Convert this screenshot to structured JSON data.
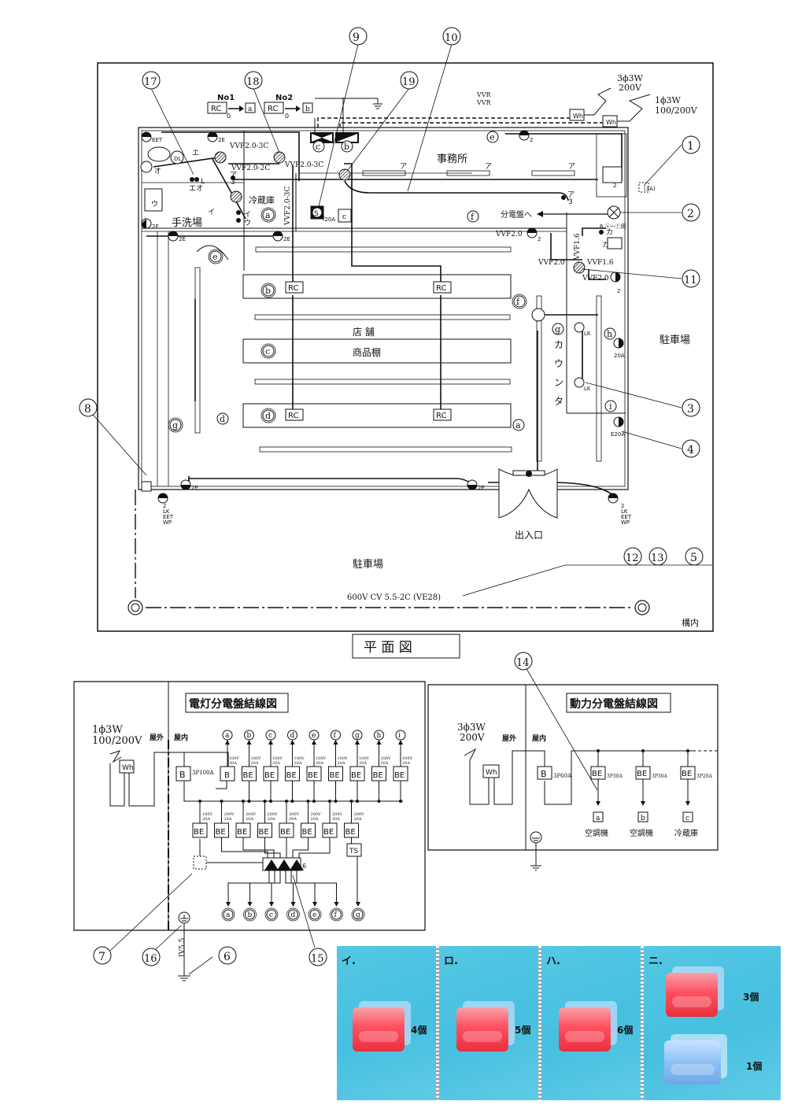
{
  "plan": {
    "title": "平 面 図",
    "area_labels": {
      "office": "事務所",
      "store": "店 舗",
      "shelf": "商品棚",
      "counter": "カウンタ",
      "washroom": "手洗場",
      "cold_storage": "冷蔵庫",
      "parking_right": "駐車場",
      "parking_bottom": "駐車場",
      "entrance": "出入口",
      "premises": "構内",
      "to_panel": "分電盤へ"
    },
    "supply": {
      "three_phase": [
        "3ϕ3W",
        "200V"
      ],
      "single_phase": [
        "1ϕ3W",
        "100/200V"
      ],
      "meter": "Wh",
      "cable_vvr": "VVR",
      "underground_cable": "600V CV 5.5-2C (VE28)"
    },
    "remote_controls": [
      {
        "label": "RC",
        "no": "No1",
        "target": "a",
        "index": "0"
      },
      {
        "label": "RC",
        "no": "No2",
        "target": "b",
        "index": "0"
      }
    ],
    "wiring_labels": [
      "VVF2.0-3C",
      "VVF2.0-2C",
      "VVF2.0-3C",
      "VVF2.0-3C",
      "VVF2.0",
      "VVF2.0",
      "VVF1.6",
      "VVF1.6",
      "VVF2.0"
    ],
    "fixture_labels": {
      "DL": "DL",
      "e": "エ",
      "o": "オ",
      "L": "L",
      "eo": "エオ",
      "i": "イ",
      "u": "ウ",
      "iu": "イ ウ",
      "a": "ア",
      "a3": "3",
      "ka": "カ",
      "S": "S",
      "f20a": "f20A",
      "c_box": "c",
      "outlets": [
        "EET",
        "2E",
        "2E",
        "2E",
        "2E",
        "2E",
        "2",
        "2",
        "2",
        "20A",
        "E20A",
        "LK",
        "LK"
      ],
      "wp_outlet": [
        "2",
        "LK",
        "EET",
        "WP"
      ],
      "rc": "RC",
      "range": "6 ⓐ~ⓕ用",
      "breaker_3a": "(3A)"
    },
    "circuit_marks": [
      "a",
      "b",
      "c",
      "d",
      "e",
      "f",
      "g",
      "h",
      "i"
    ],
    "callouts": [
      "①",
      "②",
      "③",
      "④",
      "⑤",
      "⑧",
      "⑨",
      "⑩",
      "⑪",
      "⑫",
      "⑬",
      "⑰",
      "⑱",
      "⑲"
    ]
  },
  "lighting_panel": {
    "title": "電灯分電盤結線図",
    "supply": [
      "1ϕ3W",
      "100/200V"
    ],
    "outdoor": "屋外",
    "indoor": "屋内",
    "meter": "Wh",
    "main_breaker": {
      "label": "B",
      "rating": "3P100A"
    },
    "branch_100v": [
      {
        "breaker": "B",
        "rating": [
          "100V",
          "20A"
        ],
        "circuit": "a"
      },
      {
        "breaker": "BE",
        "rating": [
          "100V",
          "20A"
        ],
        "circuit": "b"
      },
      {
        "breaker": "BE",
        "rating": [
          "100V",
          "20A"
        ],
        "circuit": "c"
      },
      {
        "breaker": "BE",
        "rating": [
          "100V",
          "20A"
        ],
        "circuit": "d"
      },
      {
        "breaker": "BE",
        "rating": [
          "100V",
          "20A"
        ],
        "circuit": "e"
      },
      {
        "breaker": "BE",
        "rating": [
          "100V",
          "20A"
        ],
        "circuit": "f"
      },
      {
        "breaker": "BE",
        "rating": [
          "100V",
          "20A"
        ],
        "circuit": "g"
      },
      {
        "breaker": "BE",
        "rating": [
          "100V",
          "20A"
        ],
        "circuit": "h"
      },
      {
        "breaker": "BE",
        "rating": [
          "100V",
          "20A"
        ],
        "circuit": "i"
      }
    ],
    "branch_lower": [
      {
        "breaker": "BE",
        "rating": [
          "100V",
          "20A"
        ]
      },
      {
        "breaker": "BE",
        "rating": [
          "200V",
          "20A"
        ]
      },
      {
        "breaker": "BE",
        "rating": [
          "200V",
          "20A"
        ]
      },
      {
        "breaker": "BE",
        "rating": [
          "200V",
          "20A"
        ]
      },
      {
        "breaker": "BE",
        "rating": [
          "200V",
          "20A"
        ]
      },
      {
        "breaker": "BE",
        "rating": [
          "200V",
          "20A"
        ]
      },
      {
        "breaker": "BE",
        "rating": [
          "200V",
          "20A"
        ]
      },
      {
        "breaker": "BE",
        "rating": [
          "200V",
          "20A"
        ]
      }
    ],
    "ts": "TS",
    "terminal_count": "6",
    "outputs": [
      "a",
      "b",
      "c",
      "d",
      "e",
      "f",
      "g"
    ],
    "ground_wire": "IV5.5",
    "callouts": [
      "⑥",
      "⑦",
      "⑮",
      "⑯"
    ]
  },
  "power_panel": {
    "title": "動力分電盤結線図",
    "supply": [
      "3ϕ3W",
      "200V"
    ],
    "outdoor": "屋外",
    "indoor": "屋内",
    "meter": "Wh",
    "main_breaker": {
      "label": "B",
      "rating": "3P60A"
    },
    "branches": [
      {
        "breaker": "BE",
        "rating": "3P30A",
        "load": "a",
        "name": "空調機"
      },
      {
        "breaker": "BE",
        "rating": "3P30A",
        "load": "b",
        "name": "空調機"
      },
      {
        "breaker": "BE",
        "rating": "3P20A",
        "load": "c",
        "name": "冷蔵庫"
      }
    ],
    "callout": "⑭"
  },
  "choices": [
    {
      "label": "イ.",
      "items": [
        {
          "color": "red",
          "count": "4個"
        }
      ]
    },
    {
      "label": "ロ.",
      "items": [
        {
          "color": "red",
          "count": "5個"
        }
      ]
    },
    {
      "label": "ハ.",
      "items": [
        {
          "color": "red",
          "count": "6個"
        }
      ]
    },
    {
      "label": "ニ.",
      "items": [
        {
          "color": "red",
          "count": "3個"
        },
        {
          "color": "blue",
          "count": "1個"
        }
      ]
    }
  ]
}
